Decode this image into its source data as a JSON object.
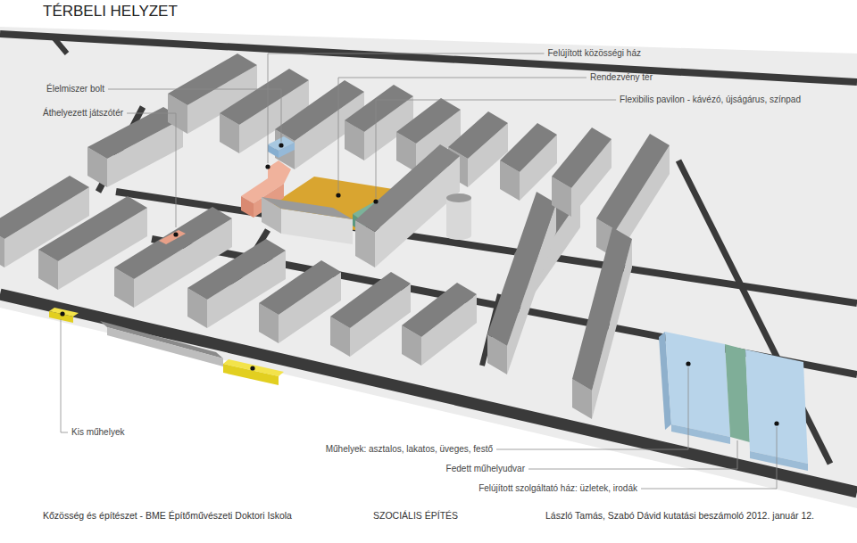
{
  "diagram": {
    "title": "TÉRBELI HELYZET",
    "labels": [
      "Felújított közösségi ház",
      "Rendezvény tér",
      "Élelmiszer bolt",
      "Flexibilis pavilon - kávézó, újságárus, színpad",
      "Áthelyezett játszótér",
      "Kis műhelyek",
      "Műhelyek: asztalos, lakatos, üveges, festő",
      "Fedett műhelyudvar",
      "Felújított szolgáltató ház: üzletek, irodák",
      "Kőzösség és építészet - BME Építőművészeti Doktori Iskola",
      "SZOCIÁLIS ÉPÍTÉS",
      "László Tamás, Szabó Dávid kutatási beszámoló 2012. január 12."
    ]
  }
}
